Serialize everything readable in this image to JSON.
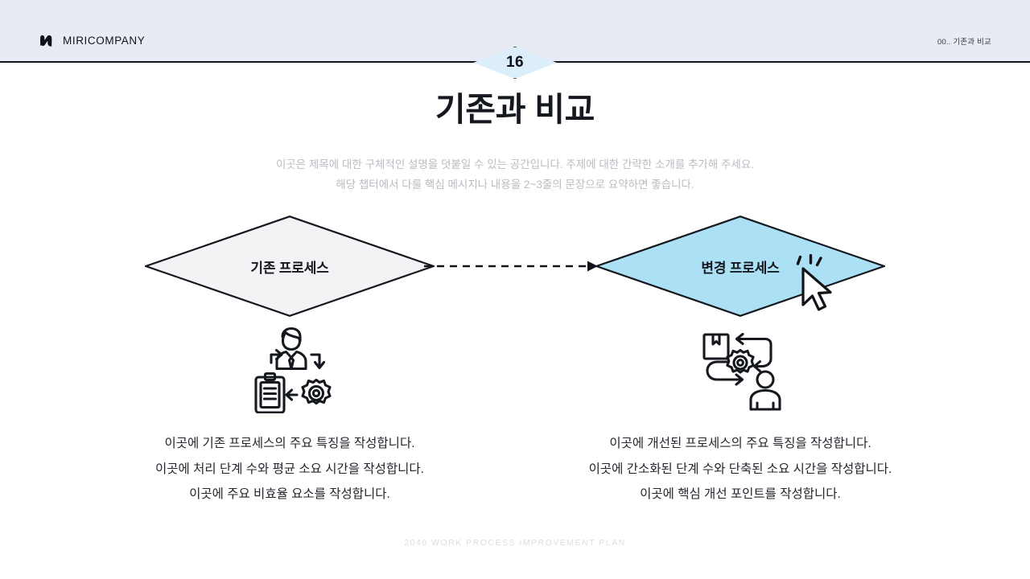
{
  "header": {
    "brand_name": "MIRICOMPANY",
    "brand_mark_icon": "miri-logo-mark-icon",
    "chapter_label": "00.. 기존과 비교"
  },
  "page_badge": {
    "number": "16"
  },
  "title": "기존과 비교",
  "subtitle": {
    "line1": "이곳은 제목에 대한 구체적인 설명을 덧붙일 수 있는 공간입니다. 주제에 대한 간략한 소개를 추가해 주세요.",
    "line2": "해당 챕터에서 다룰 핵심 메시지나 내용을 2~3줄의 문장으로 요약하면 좋습니다."
  },
  "flow": {
    "left_diamond": {
      "label": "기존 프로세스",
      "fill_color": "#f4f2f5",
      "border_color": "#15191f"
    },
    "right_diamond": {
      "label": "변경 프로세스",
      "fill_color": "#ace0f4",
      "border_color": "#15191f"
    },
    "connector": {
      "style": "dashed-arrow-right",
      "color": "#101419"
    },
    "cursor": {
      "icon": "mouse-pointer-click-icon"
    }
  },
  "columns": {
    "left": {
      "icon": "person-clipboard-gear-cycle-icon",
      "lines": [
        "이곳에 기존 프로세스의 주요 특징을 작성합니다.",
        "이곳에 처리 단계 수와 평균 소요 시간을 작성합니다.",
        "이곳에 주요 비효율 요소를 작성합니다."
      ]
    },
    "right": {
      "icon": "box-gear-person-flow-icon",
      "lines": [
        "이곳에 개선된 프로세스의 주요 특징을 작성합니다.",
        "이곳에 간소화된 단계 수와 단축된 소요 시간을 작성합니다.",
        "이곳에 핵심 개선 포인트를 작성합니다."
      ]
    }
  },
  "footer": "2040 WORK PROCESS IMPROVEMENT PLAN"
}
